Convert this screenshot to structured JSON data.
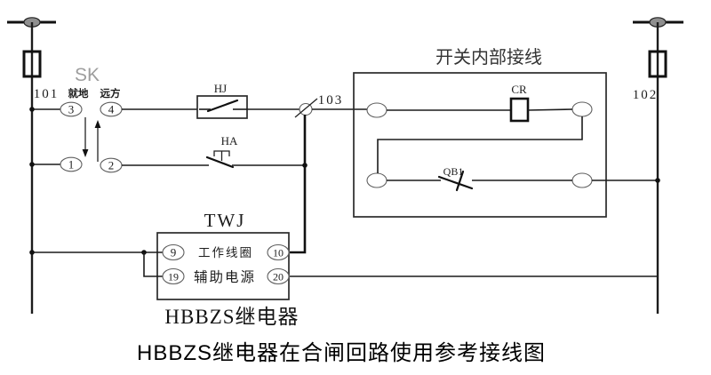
{
  "colors": {
    "background": "#ffffff",
    "line": "#1c1c1c",
    "terminal_stroke": "#5f5f5f",
    "connector_fill": "#8f8f8f",
    "sk_label_gray": "#9e9e9e"
  },
  "labels": {
    "bus_left": "101",
    "bus_right": "102",
    "node_mid": "103",
    "sk": "SK",
    "sk_local": "就地",
    "sk_remote": "远方",
    "hj": "HJ",
    "ha": "HA",
    "switch_box_title": "开关内部接线",
    "cr": "CR",
    "qb1": "QB1",
    "twj": "TWJ",
    "twj_row1": "工作线圈",
    "twj_row2": "辅助电源",
    "relay_name": "HBBZS继电器",
    "caption": "HBBZS继电器在合闸回路使用参考接线图"
  },
  "terminals": {
    "sk": [
      "3",
      "4",
      "1",
      "2"
    ],
    "twj": [
      "9",
      "10",
      "19",
      "20"
    ]
  }
}
